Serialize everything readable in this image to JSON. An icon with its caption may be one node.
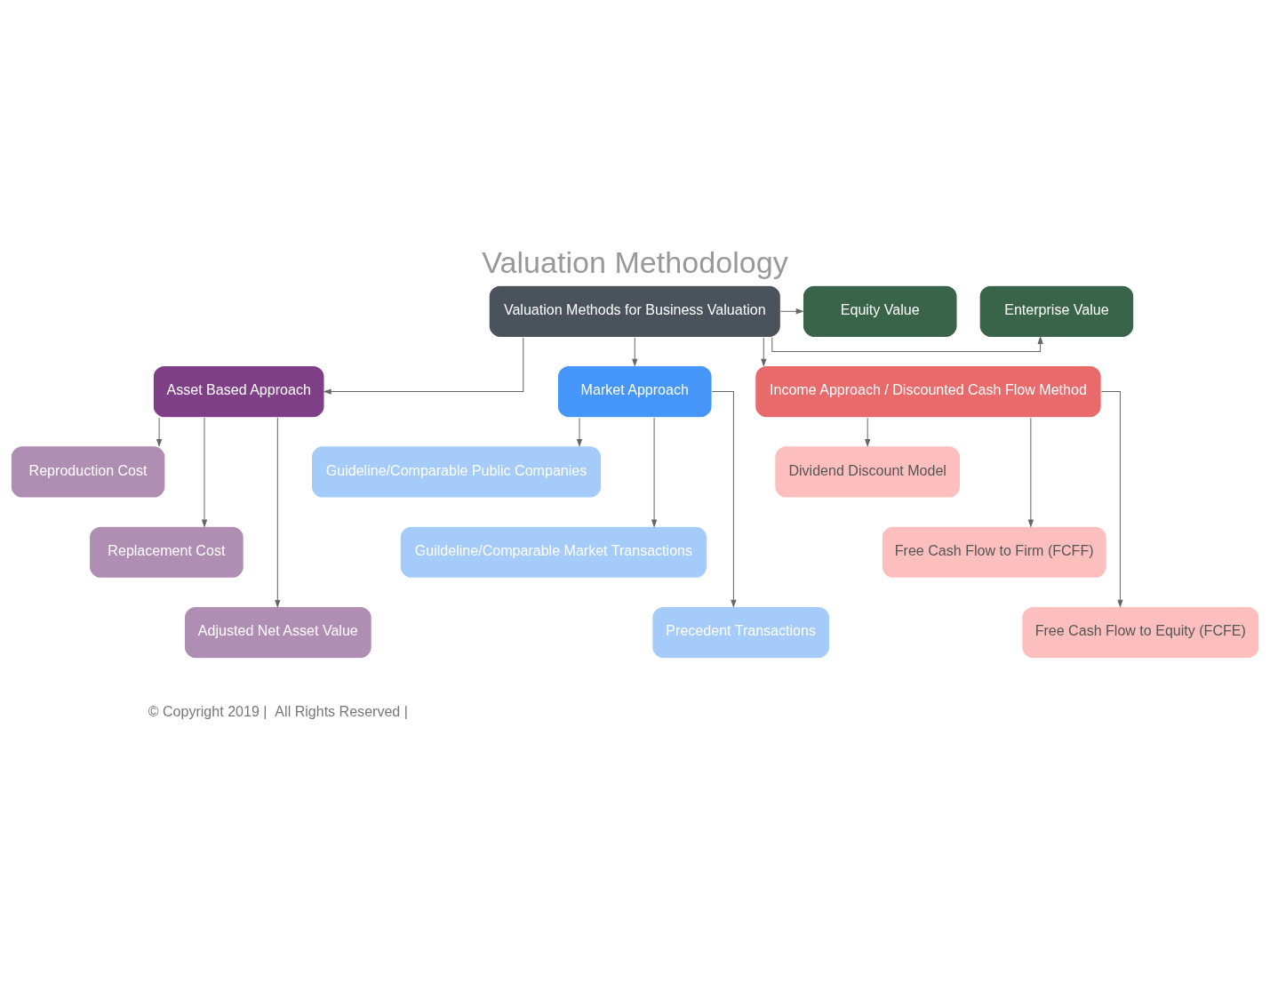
{
  "diagram": {
    "title": "Valuation Methodology",
    "nodes": [
      {
        "text": [
          "Valuation Methods for Business Valuation"
        ]
      },
      {
        "text": [
          "Enterprise Value"
        ]
      },
      {
        "text": [
          "Equity Value"
        ]
      },
      {
        "text": [
          "Asset Based Approach"
        ]
      },
      {
        "text": [
          "Market Approach"
        ]
      },
      {
        "text": [
          "Income Approach / Discounted Cash Flow Method"
        ]
      },
      {
        "text": [
          "Reproduction Cost"
        ]
      },
      {
        "text": [
          "Replacement Cost"
        ]
      },
      {
        "text": [
          "Adjusted Net Asset Value"
        ]
      },
      {
        "text": [
          "Guideline/Comparable Public Companies"
        ]
      },
      {
        "text": [
          "Guildeline/Comparable Market Transactions"
        ]
      },
      {
        "text": [
          "Precedent Transactions"
        ]
      },
      {
        "text": [
          "Dividend Discount Model"
        ]
      },
      {
        "text": [
          "Free Cash Flow to Firm (FCFF)"
        ]
      },
      {
        "text": [
          "Free Cash Flow to Equity (FCFE)"
        ]
      }
    ],
    "edges": [
      {
        "from": 0,
        "to": 1,
        "arrow": "to"
      },
      {
        "from": 0,
        "to": 2,
        "arrow": "to"
      },
      {
        "from": 0,
        "to": 3,
        "arrow": "to"
      },
      {
        "from": 0,
        "to": 4,
        "arrow": "to"
      },
      {
        "from": 0,
        "to": 5,
        "arrow": "to"
      },
      {
        "from": 3,
        "to": 6,
        "arrow": "to"
      },
      {
        "from": 3,
        "to": 7,
        "arrow": "to"
      },
      {
        "from": 3,
        "to": 8,
        "arrow": "to"
      },
      {
        "from": 4,
        "to": 9,
        "arrow": "to"
      },
      {
        "from": 4,
        "to": 10,
        "arrow": "to"
      },
      {
        "from": 4,
        "to": 11,
        "arrow": "to"
      },
      {
        "from": 5,
        "to": 12,
        "arrow": "to"
      },
      {
        "from": 5,
        "to": 13,
        "arrow": "to"
      },
      {
        "from": 5,
        "to": 14,
        "arrow": "to"
      }
    ],
    "labels": [
      "© Copyright 2019 |  All Rights Reserved |"
    ]
  }
}
